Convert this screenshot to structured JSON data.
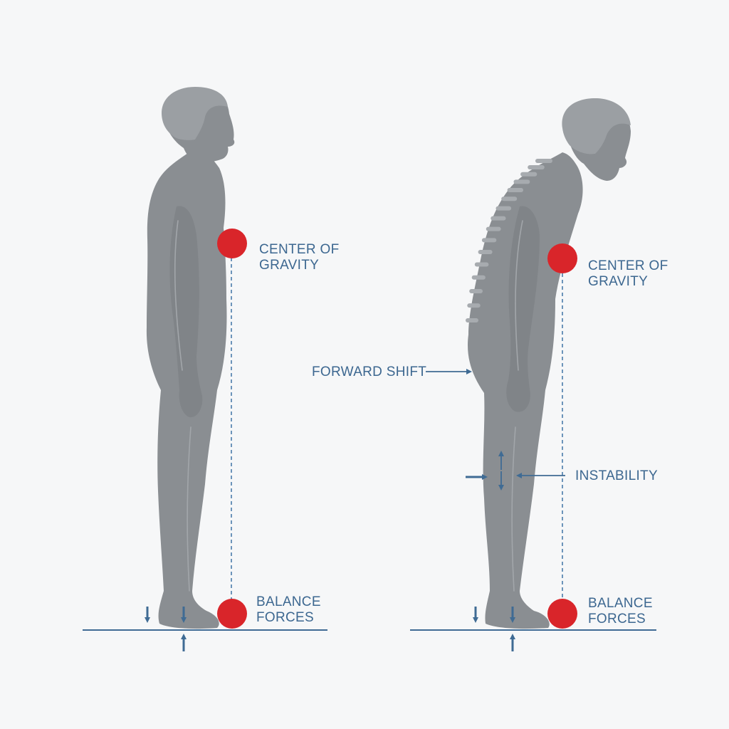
{
  "colors": {
    "figure": "#8a8e92",
    "hair": "#9b9fa3",
    "center_marker": "#d9252a",
    "annotation": "#3c6790",
    "background": "#f6f7f8"
  },
  "left_figure": {
    "posture": "upright",
    "center_of_gravity_label": "CENTER OF\nGRAVITY",
    "balance_forces_label": "BALANCE\nFORCES"
  },
  "right_figure": {
    "posture": "stooped",
    "center_of_gravity_label": "CENTER OF\nGRAVITY",
    "balance_forces_label": "BALANCE\nFORCES",
    "forward_shift_label": "FORWARD SHIFT",
    "instability_label": "INSTABILITY"
  },
  "icons": {
    "center_marker": "red-circle",
    "force_arrow": "arrow",
    "spine": "vertebrae"
  }
}
